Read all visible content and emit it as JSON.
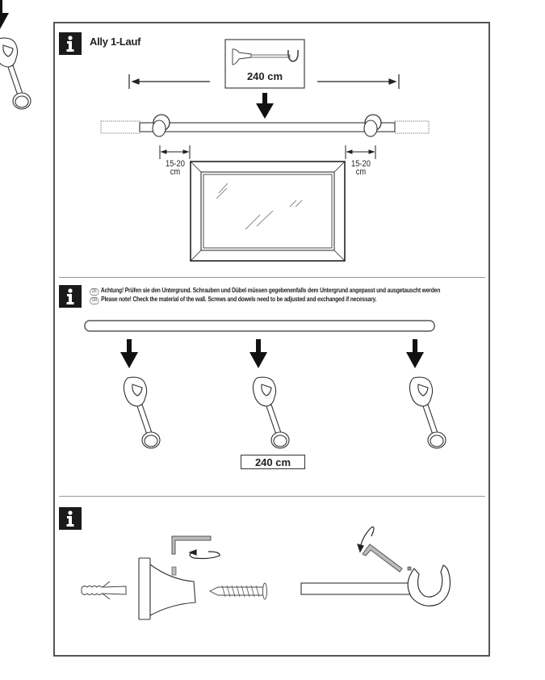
{
  "document": {
    "type": "installation-instructions",
    "frame_color": "#555555",
    "accent_color": "#1a1a1a"
  },
  "section1": {
    "icon": "info-icon",
    "title": "Ally 1-Lauf",
    "product_box_length": "240 cm",
    "distance_left": {
      "value": "15-20",
      "unit": "cm"
    },
    "distance_right": {
      "value": "15-20",
      "unit": "cm"
    }
  },
  "section2": {
    "icon": "info-icon",
    "notes": [
      {
        "lang": "DE",
        "text": "Achtung! Prüfen sie den Untergrund. Schrauben und Dübel müssen gegebenenfalls dem Untergrund angepasst und ausgetauscht werden"
      },
      {
        "lang": "GB",
        "text": "Please note!  Check the material of the wall. Screws and dowels need to be adjusted and exchanged if necessary."
      }
    ],
    "bracket_count": 3,
    "rod_length": "240 cm"
  },
  "section3": {
    "icon": "info-icon",
    "steps": [
      "dowel",
      "wall-bracket-base",
      "hex-key-tighten",
      "screw",
      "rod-into-bracket-hex-key"
    ]
  }
}
